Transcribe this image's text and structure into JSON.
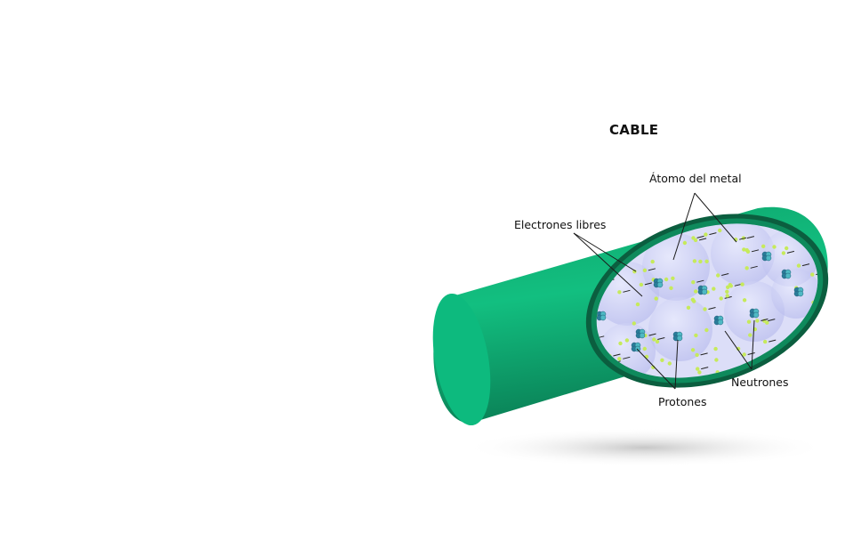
{
  "title": "CABLE",
  "labels": {
    "atomo": "Átomo del metal",
    "electrones": "Electrones libres",
    "neutrones": "Neutrones",
    "protones": "Protones"
  },
  "colors": {
    "insulation": "#0fb57a",
    "insulation_dark": "#0a7f55",
    "ring": "#0b5e3f",
    "core": "#d9dbf7",
    "atom": "#b9bbee",
    "electron": "#c6ea5b",
    "nucleus": "#3aa9b8"
  }
}
